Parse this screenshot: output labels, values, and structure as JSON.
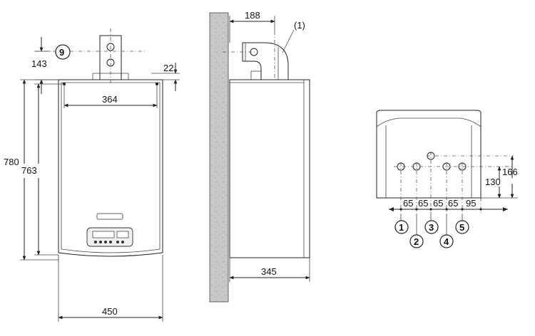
{
  "front_view": {
    "dim_top_offset": "143",
    "callout_label": "9",
    "dim_flue_height": "22",
    "dim_fixing_width": "364",
    "dim_total_height": "780",
    "dim_fixing_height": "763",
    "dim_width": "450"
  },
  "side_view": {
    "dim_flue_offset": "188",
    "callout_label": "(1)",
    "dim_depth": "345"
  },
  "bottom_view": {
    "dim_height_high": "166",
    "dim_height_low": "130",
    "spacings": [
      "65",
      "65",
      "65",
      "65",
      "95"
    ],
    "connections": [
      "1",
      "2",
      "3",
      "4",
      "5"
    ]
  },
  "colors": {
    "wall_fill": "#c9c9c9",
    "line": "#222222",
    "panel_fill": "#f4f4f4"
  }
}
